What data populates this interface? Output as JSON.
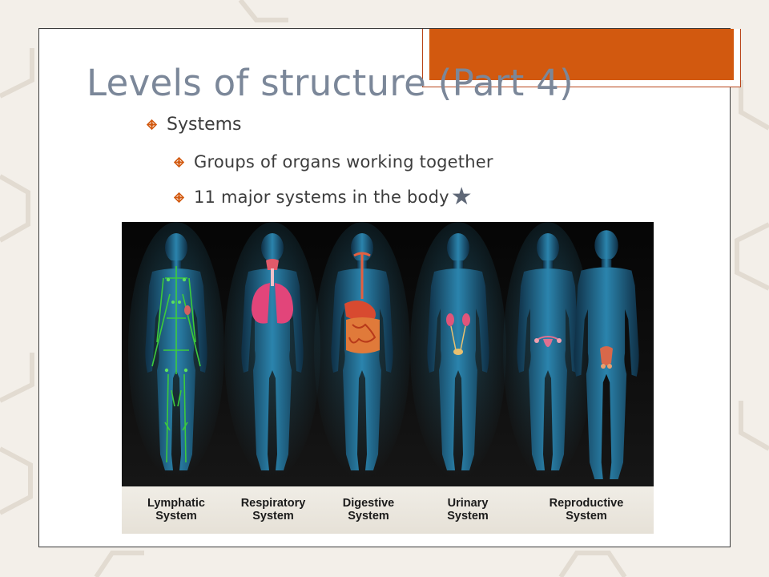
{
  "slide": {
    "title": "Levels of structure (Part 4)",
    "bullets": [
      {
        "level": 1,
        "text": "Systems"
      },
      {
        "level": 2,
        "text": "Groups of organs working together"
      },
      {
        "level": 2,
        "text": "11 major systems in the body"
      }
    ],
    "star_icon": "star-icon"
  },
  "figure": {
    "captions": [
      {
        "line1": "Lymphatic",
        "line2": "System"
      },
      {
        "line1": "Respiratory",
        "line2": "System"
      },
      {
        "line1": "Digestive",
        "line2": "System"
      },
      {
        "line1": "Urinary",
        "line2": "System"
      },
      {
        "line1": "Reproductive",
        "line2": "System"
      }
    ]
  },
  "colors": {
    "accent": "#d2590f",
    "title": "#7b8799",
    "text": "#3d3d3d"
  }
}
